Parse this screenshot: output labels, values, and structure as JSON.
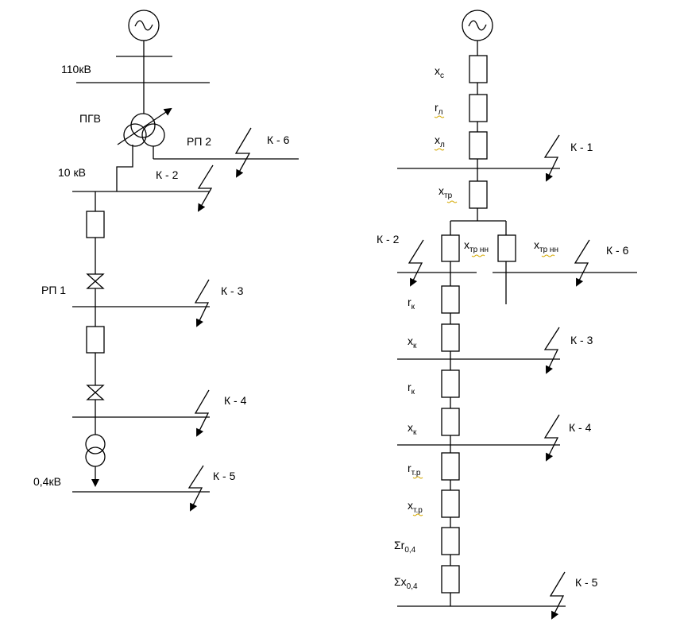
{
  "left_scheme": {
    "bus_110": "110кВ",
    "transformer_pgv": "ПГВ",
    "rp2": "РП 2",
    "bus_10": "10 кВ",
    "rp1": "РП 1",
    "bus_04": "0,4кВ",
    "faults": {
      "k6": "К - 6",
      "k2": "К - 2",
      "k3": "К - 3",
      "k4": "К - 4",
      "k5": "К - 5"
    }
  },
  "right_scheme": {
    "faults": {
      "k1": "К - 1",
      "k2": "К - 2",
      "k6": "К - 6",
      "k3": "К - 3",
      "k4": "К - 4",
      "k5": "К - 5"
    },
    "elements": {
      "xc": {
        "main": "x",
        "sub": "с"
      },
      "rl": {
        "main": "r",
        "sub": "л"
      },
      "xl": {
        "main": "x",
        "sub": "л"
      },
      "xtr": {
        "main": "x",
        "sub": "тр"
      },
      "xtrnn1": {
        "main": "x",
        "sub": "тр нн"
      },
      "xtrnn2": {
        "main": "x",
        "sub": "тр нн"
      },
      "rk1": {
        "main": "r",
        "sub": "к"
      },
      "xk1": {
        "main": "x",
        "sub": "к"
      },
      "rk2": {
        "main": "r",
        "sub": "к"
      },
      "xk2": {
        "main": "x",
        "sub": "к"
      },
      "rtr": {
        "main": "r",
        "sub": "т.р"
      },
      "xtr2": {
        "main": "x",
        "sub": "т.р"
      },
      "sr04": {
        "main": "Σr",
        "sub": "0,4"
      },
      "sx04": {
        "main": "Σx",
        "sub": "0,4"
      }
    }
  }
}
